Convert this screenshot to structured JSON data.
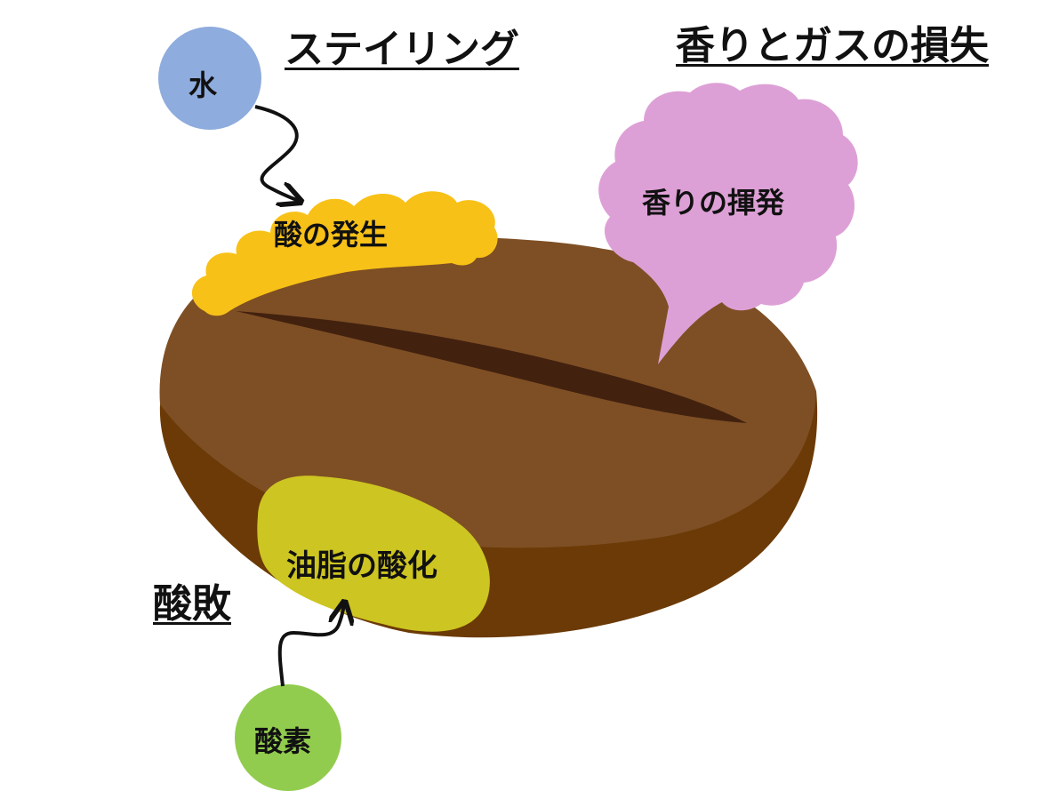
{
  "diagram": {
    "titles": {
      "staling": "ステイリング",
      "aroma_gas_loss": "香りとガスの損失",
      "rancidity": "酸敗"
    },
    "nodes": {
      "water": "水",
      "acid_generation": "酸の発生",
      "aroma_volatilization": "香りの揮発",
      "oil_oxidation": "油脂の酸化",
      "oxygen": "酸素"
    },
    "edges": [
      {
        "from": "water",
        "to": "acid_generation"
      },
      {
        "from": "oxygen",
        "to": "oil_oxidation"
      }
    ],
    "colors": {
      "bean_top": "#7e4f24",
      "bean_side": "#6b3a06",
      "bean_crease": "#42210f",
      "acid_blob": "#f8c118",
      "aroma_cloud": "#dda0d6",
      "oil_blob": "#cdc521",
      "water_circle": "#8eacdd",
      "oxygen_circle": "#92cc4e"
    }
  }
}
